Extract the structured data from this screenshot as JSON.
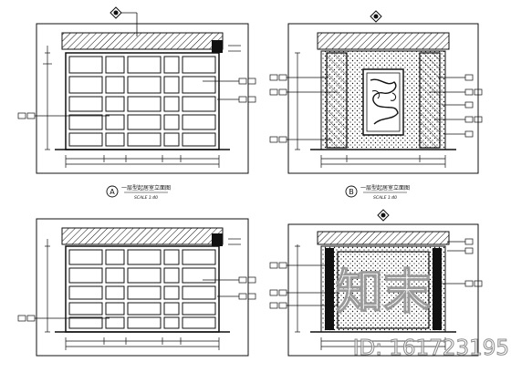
{
  "colors": {
    "line": "#111111",
    "paper": "#ffffff",
    "watermark": "#bdbdbd"
  },
  "icons": {
    "viewpoint_marker": "diamond-eye-icon",
    "tag": "boxed-tag-icon"
  },
  "panels": [
    {
      "id": "A",
      "caption_title": "一层型起居室立面图",
      "caption_scale": "SCALE 1:40",
      "marker": "A"
    },
    {
      "id": "B",
      "caption_title": "一层型起居室立面图",
      "caption_scale": "SCALE 1:40",
      "marker": "B"
    },
    {
      "id": "C",
      "caption_title": "",
      "caption_scale": "",
      "marker": ""
    },
    {
      "id": "D",
      "caption_title": "",
      "caption_scale": "",
      "marker": ""
    }
  ],
  "watermark": {
    "brand": "知末",
    "id_text": "ID: 161723195"
  }
}
